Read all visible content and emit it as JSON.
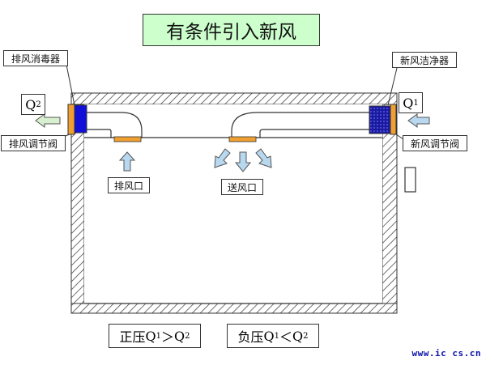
{
  "title": "有条件引入新风",
  "labels": {
    "exhaust_silencer": "排风消毒器",
    "exhaust_damper": "排风调节阀",
    "fresh_air_cleaner": "新风洁净器",
    "fresh_air_damper": "新风调节阀",
    "exhaust_outlet": "排风口",
    "supply_outlet": "送风口"
  },
  "flows": {
    "q1": {
      "letter": "Q",
      "subscript": "1"
    },
    "q2": {
      "letter": "Q",
      "subscript": "2"
    }
  },
  "equations": {
    "positive": {
      "prefix": "正压",
      "q": "Q",
      "a": "1",
      "op": "＞",
      "b": "2"
    },
    "negative": {
      "prefix": "负压",
      "q": "Q",
      "a": "1",
      "op": "＜",
      "b": "2"
    }
  },
  "website": "www.ic cs.cn",
  "colors": {
    "title_bg": "#ccffcc",
    "damper": "#f0a030",
    "silencer": "#1010d8",
    "cleaner": "#1a1aa0",
    "arrow": "#b8d8f0",
    "exhaust_arrow": "#d8f0d0",
    "website": "#0a12a8"
  }
}
